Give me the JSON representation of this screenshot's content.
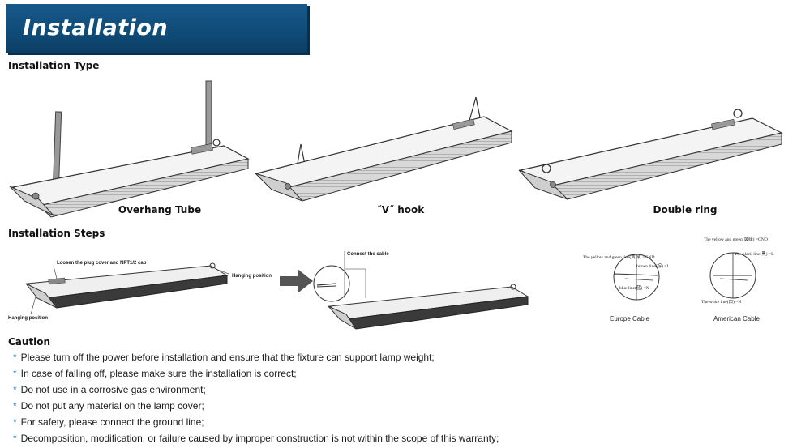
{
  "banner": {
    "title": "Installation"
  },
  "installation_type": {
    "heading": "Installation Type",
    "types": [
      {
        "label": "Overhang Tube"
      },
      {
        "label": "˝V˝ hook"
      },
      {
        "label": "Double ring"
      }
    ]
  },
  "installation_steps": {
    "heading": "Installation Steps",
    "labels": {
      "loosen": "Loosen the plug cover and NPT1/2 cap",
      "hanging_right": "Hanging position",
      "hanging_left": "Hanging position",
      "connect": "Connect the cable"
    },
    "europe": {
      "caption": "Europe Cable",
      "wire_gnd": "The yellow and green line(黄绿) =GND",
      "wire_l": "brown line(棕) =L",
      "wire_n": "blue line(蓝) =N"
    },
    "american": {
      "caption": "American Cable",
      "wire_gnd": "The yellow and green(黄绿) =GND",
      "wire_l": "The black line(黑) =L",
      "wire_n": "The white line(白) =N"
    }
  },
  "caution": {
    "heading": "Caution",
    "bullet": "*",
    "items": [
      "Please turn off the power before installation and ensure that the fixture can  support lamp weight;",
      "In case of falling off, please make sure the installation is correct;",
      "Do not use in a corrosive gas environment;",
      "Do not put any material on the lamp cover;",
      "For safety, please connect the ground line;",
      "Decomposition, modification, or failure caused by improper construction is not within the scope of this warranty;"
    ]
  }
}
